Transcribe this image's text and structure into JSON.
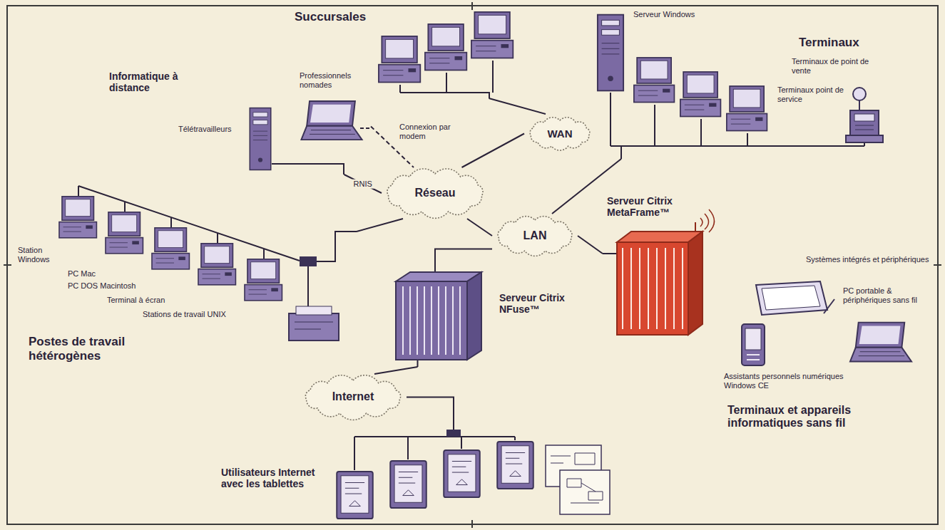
{
  "diagram": {
    "nodes": [
      {
        "text": [
          "Succursales"
        ]
      },
      {
        "text": [
          "Terminaux"
        ]
      },
      {
        "text": [
          "Informatique à distance"
        ]
      },
      {
        "text": [
          "Réseau"
        ]
      },
      {
        "text": [
          "WAN"
        ]
      },
      {
        "text": [
          "LAN"
        ]
      },
      {
        "text": [
          "Postes de travail hétérogènes"
        ]
      },
      {
        "text": [
          "Serveur Citrix NFuse™"
        ]
      },
      {
        "text": [
          "Serveur Citrix MetaFrame™"
        ]
      },
      {
        "text": [
          "Internet"
        ]
      },
      {
        "text": [
          "Utilisateurs Internet avec les tablettes"
        ]
      },
      {
        "text": [
          "Terminaux et appareils informatiques sans fil"
        ]
      }
    ],
    "edges": [
      {
        "from": 0,
        "to": 4,
        "arrow": "none"
      },
      {
        "from": 4,
        "to": 3,
        "arrow": "none"
      },
      {
        "from": 2,
        "to": 3,
        "label": "Connexion par modem",
        "arrow": "none"
      },
      {
        "from": 2,
        "to": 3,
        "label": "RNIS",
        "arrow": "none"
      },
      {
        "from": 6,
        "to": 3,
        "arrow": "none"
      },
      {
        "from": 3,
        "to": 5,
        "arrow": "none"
      },
      {
        "from": 1,
        "to": 5,
        "arrow": "none"
      },
      {
        "from": 5,
        "to": 8,
        "arrow": "none"
      },
      {
        "from": 5,
        "to": 7,
        "arrow": "none"
      },
      {
        "from": 7,
        "to": 9,
        "arrow": "none"
      },
      {
        "from": 9,
        "to": 10,
        "arrow": "none"
      }
    ],
    "labels": [
      "Professionnels nomades",
      "Télétravailleurs",
      "Serveur Windows",
      "Terminaux de point de vente",
      "Terminaux point de service",
      "Station Windows",
      "PC Mac",
      "PC DOS Macintosh",
      "Terminal à écran",
      "Stations de travail UNIX",
      "Systèmes intégrés et périphériques",
      "PC portable & périphériques sans fil",
      "Assistants personnels numériques Windows CE"
    ]
  }
}
